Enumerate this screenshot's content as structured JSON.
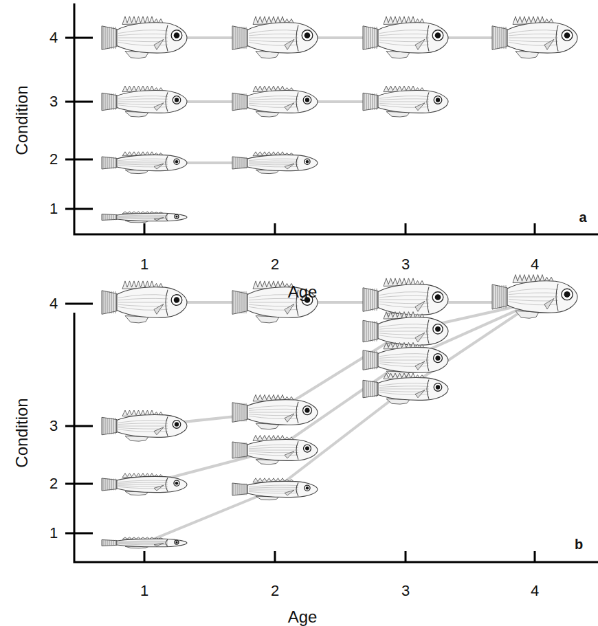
{
  "diagram": {
    "labels": [
      "4",
      "3",
      "2",
      "1",
      "Condition",
      "1",
      "2",
      "3",
      "4",
      "Age",
      "a",
      "4",
      "3",
      "2",
      "1",
      "Condition",
      "1",
      "2",
      "3",
      "4",
      "Age",
      "b"
    ]
  }
}
